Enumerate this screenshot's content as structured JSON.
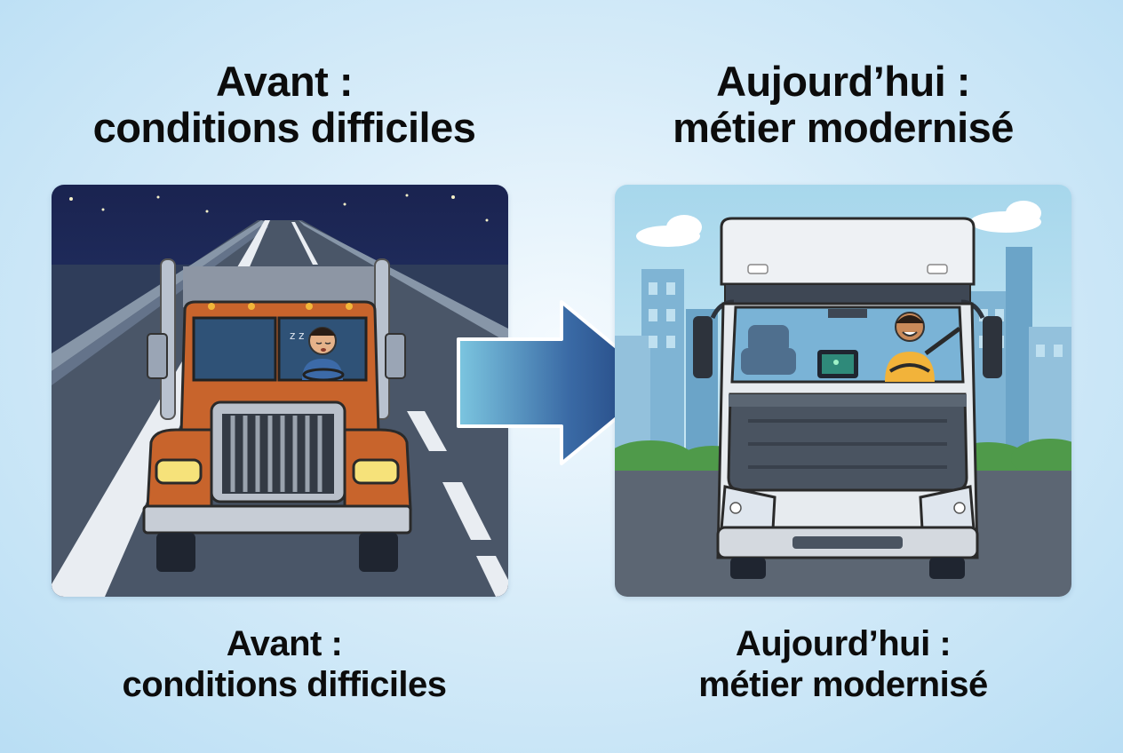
{
  "before": {
    "title_line1": "Avant :",
    "title_line2": "conditions difficiles",
    "caption_line1": "Avant :",
    "caption_line2": "conditions difficiles",
    "sleep_symbol": "z z"
  },
  "after": {
    "title_line1": "Aujourd’hui :",
    "title_line2": "métier modernisé",
    "caption_line1": "Aujourd’hui :",
    "caption_line2": "métier modernisé"
  },
  "colors": {
    "night_sky": "#1d2b5c",
    "old_truck_orange": "#c8642c",
    "modern_truck_white": "#eef1f4",
    "arrow_dark": "#1f3f7a",
    "arrow_light": "#7cc6e0"
  }
}
